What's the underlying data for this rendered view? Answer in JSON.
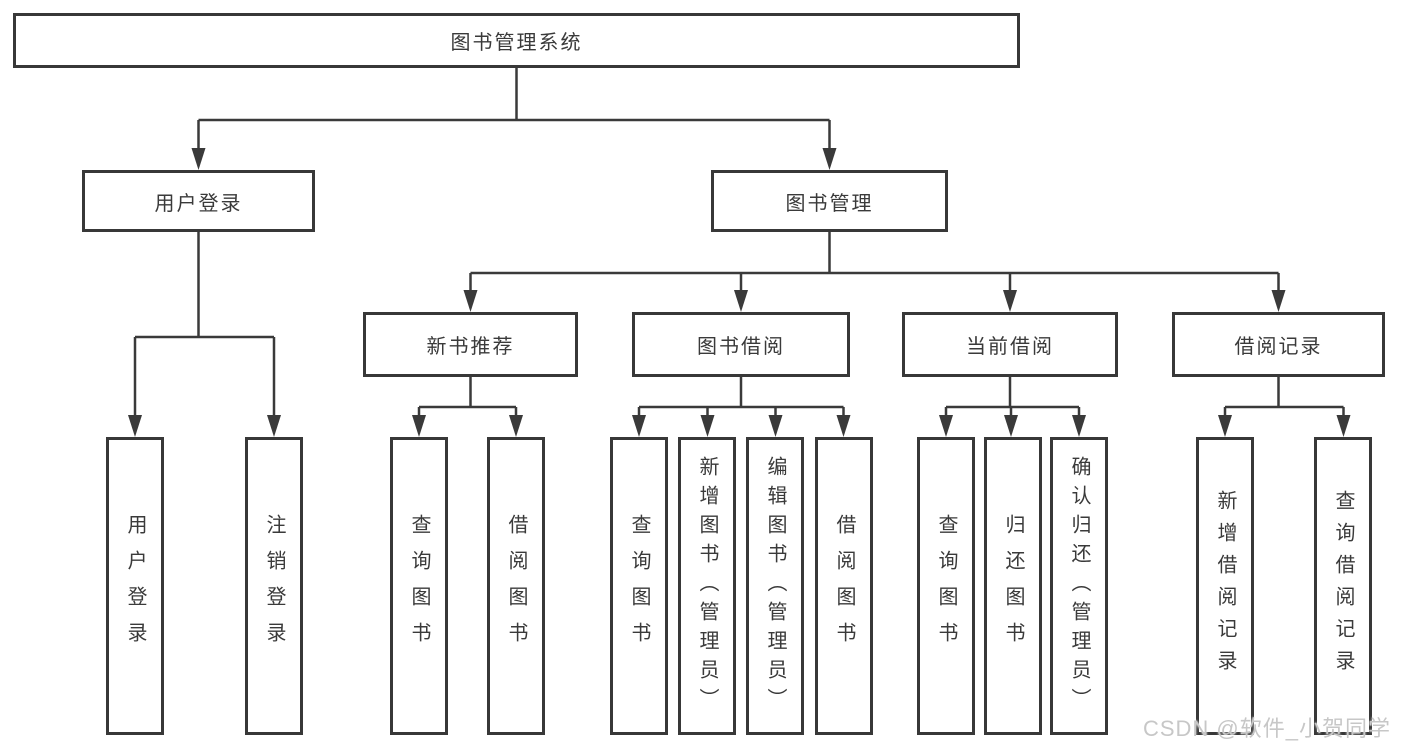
{
  "diagram_title": "图书管理系统",
  "tree": {
    "root": {
      "label": "图书管理系统"
    },
    "level2": [
      {
        "label": "用户登录"
      },
      {
        "label": "图书管理"
      }
    ],
    "level3": [
      {
        "label": "新书推荐",
        "parent": "图书管理"
      },
      {
        "label": "图书借阅",
        "parent": "图书管理"
      },
      {
        "label": "当前借阅",
        "parent": "图书管理"
      },
      {
        "label": "借阅记录",
        "parent": "图书管理"
      }
    ],
    "leaves": [
      {
        "label": "用户登录",
        "parent": "用户登录"
      },
      {
        "label": "注销登录",
        "parent": "用户登录"
      },
      {
        "label": "查询图书",
        "parent": "新书推荐"
      },
      {
        "label": "借阅图书",
        "parent": "新书推荐"
      },
      {
        "label": "查询图书",
        "parent": "图书借阅"
      },
      {
        "label": "新增图书（管理员）",
        "parent": "图书借阅"
      },
      {
        "label": "编辑图书（管理员）",
        "parent": "图书借阅"
      },
      {
        "label": "借阅图书",
        "parent": "图书借阅"
      },
      {
        "label": "查询图书",
        "parent": "当前借阅"
      },
      {
        "label": "归还图书",
        "parent": "当前借阅"
      },
      {
        "label": "确认归还（管理员）",
        "parent": "当前借阅"
      },
      {
        "label": "新增借阅记录",
        "parent": "借阅记录"
      },
      {
        "label": "查询借阅记录",
        "parent": "借阅记录"
      }
    ]
  },
  "watermark": "CSDN @软件_小贺同学",
  "colors": {
    "line": "#3a3a3a",
    "box_border": "#383838",
    "box_fill": "#ffffff",
    "text": "#3a3a3a",
    "watermark": "#c7c7c7"
  }
}
